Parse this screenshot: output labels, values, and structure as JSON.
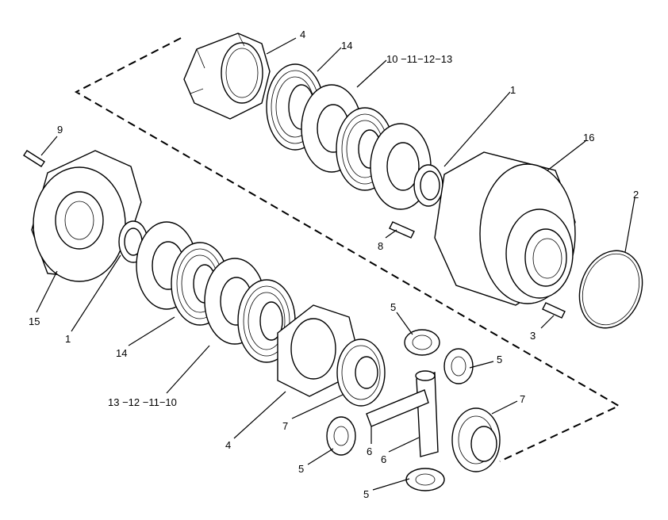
{
  "callouts": {
    "c4_top": "4",
    "c14_top": "14",
    "c10_13_top": "10 −11−12−13",
    "c1_right": "1",
    "c16": "16",
    "c9": "9",
    "c2": "2",
    "c8": "8",
    "c15": "15",
    "c1_left": "1",
    "c3": "3",
    "c14_bottom": "14",
    "c5_a": "5",
    "c5_b": "5",
    "c13_10_bottom": "13 −12 −11−10",
    "c7_left": "7",
    "c7_right": "7",
    "c4_bottom": "4",
    "c6_a": "6",
    "c6_b": "6",
    "c5_c": "5",
    "c5_d": "5"
  }
}
